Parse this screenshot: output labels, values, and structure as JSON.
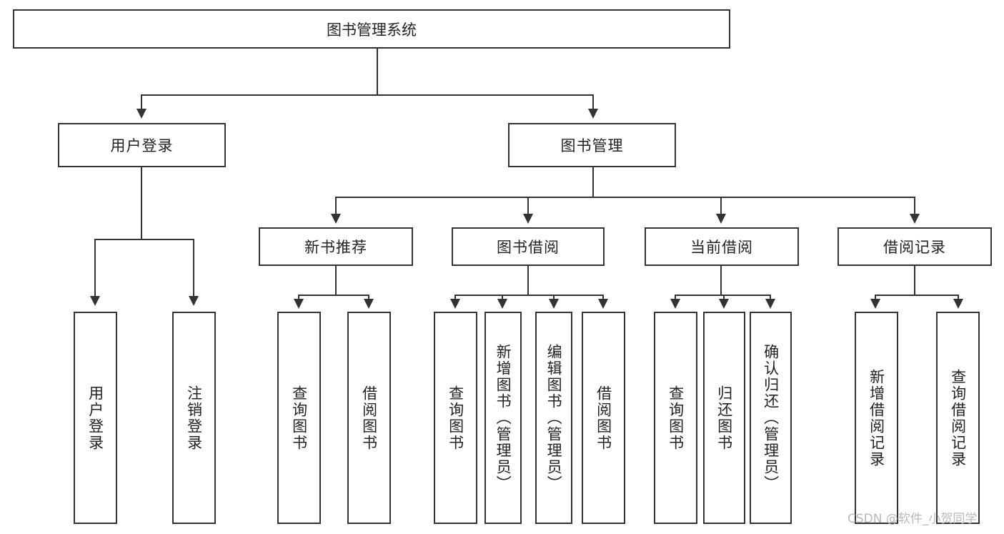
{
  "diagram": {
    "title": "图书管理系统",
    "type": "tree",
    "root": {
      "id": "root",
      "label": "图书管理系统"
    },
    "level2": [
      {
        "id": "user-login",
        "label": "用户登录"
      },
      {
        "id": "book-manage",
        "label": "图书管理"
      }
    ],
    "level3": [
      {
        "id": "new-book-recommend",
        "label": "新书推荐"
      },
      {
        "id": "book-borrow",
        "label": "图书借阅"
      },
      {
        "id": "current-borrow",
        "label": "当前借阅"
      },
      {
        "id": "borrow-record",
        "label": "借阅记录"
      }
    ],
    "leaves": [
      {
        "id": "leaf-user-login",
        "label": "用户登录",
        "parent": "user-login"
      },
      {
        "id": "leaf-user-logout",
        "label": "注销登录",
        "parent": "user-login"
      },
      {
        "id": "leaf-query-book-1",
        "label": "查询图书",
        "parent": "new-book-recommend"
      },
      {
        "id": "leaf-borrow-book-1",
        "label": "借阅图书",
        "parent": "new-book-recommend"
      },
      {
        "id": "leaf-query-book-2",
        "label": "查询图书",
        "parent": "book-borrow"
      },
      {
        "id": "leaf-add-book",
        "label": "新增图书（管理员）",
        "parent": "book-borrow"
      },
      {
        "id": "leaf-edit-book",
        "label": "编辑图书（管理员）",
        "parent": "book-borrow"
      },
      {
        "id": "leaf-borrow-book-2",
        "label": "借阅图书",
        "parent": "book-borrow"
      },
      {
        "id": "leaf-query-book-3",
        "label": "查询图书",
        "parent": "current-borrow"
      },
      {
        "id": "leaf-return-book",
        "label": "归还图书",
        "parent": "current-borrow"
      },
      {
        "id": "leaf-confirm-return",
        "label": "确认归还（管理员）",
        "parent": "current-borrow"
      },
      {
        "id": "leaf-add-borrow-record",
        "label": "新增借阅记录",
        "parent": "borrow-record"
      },
      {
        "id": "leaf-query-borrow-record",
        "label": "查询借阅记录",
        "parent": "borrow-record"
      }
    ],
    "watermark": "CSDN @软件_小贺同学",
    "colors": {
      "stroke": "#333333",
      "background": "#ffffff",
      "text": "#222222",
      "watermark": "#b9b9b9"
    }
  }
}
